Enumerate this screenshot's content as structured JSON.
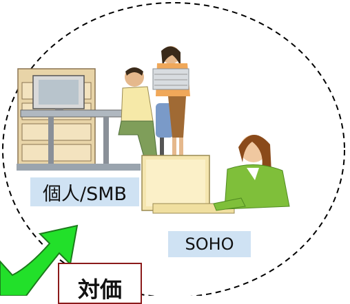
{
  "labels": {
    "personal_smb": "個人/SMB",
    "soho": "SOHO",
    "price": "対価"
  },
  "colors": {
    "ellipse_stroke": "#000000",
    "label_background": "#cfe2f3",
    "arrow_fill": "#22e02a",
    "arrow_outline": "#1c7a1c",
    "price_border": "#8b1a1a"
  },
  "icons": [
    "office-worker-at-desk-illustration",
    "woman-carrying-papers-illustration",
    "woman-at-computer-illustration",
    "green-arrow-icon"
  ]
}
